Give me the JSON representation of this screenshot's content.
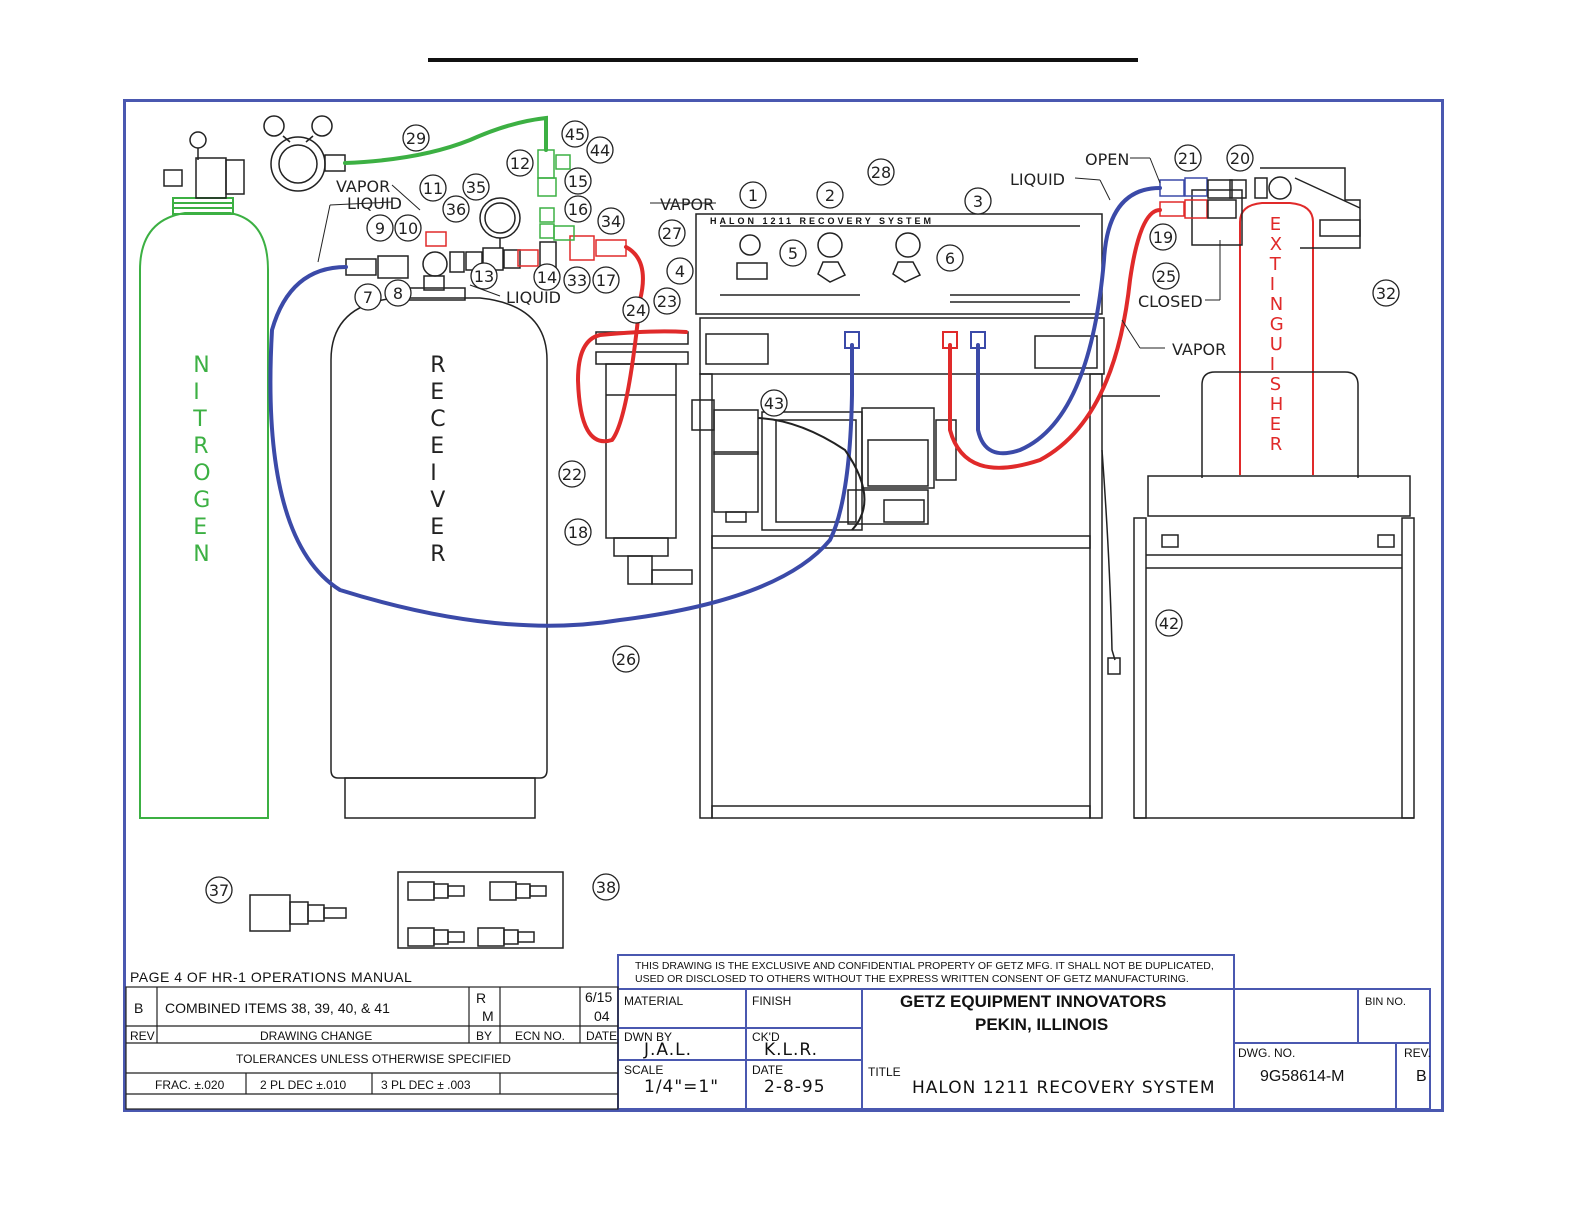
{
  "drawing": {
    "tank_labels": {
      "nitrogen": [
        "N",
        "I",
        "T",
        "R",
        "O",
        "G",
        "E",
        "N"
      ],
      "receiver": [
        "R",
        "E",
        "C",
        "E",
        "I",
        "V",
        "E",
        "R"
      ],
      "extinguisher": [
        "E",
        "X",
        "T",
        "I",
        "N",
        "G",
        "U",
        "I",
        "S",
        "H",
        "E",
        "R"
      ]
    },
    "callouts": [
      "1",
      "2",
      "3",
      "4",
      "5",
      "6",
      "7",
      "8",
      "9",
      "10",
      "11",
      "12",
      "13",
      "14",
      "15",
      "16",
      "17",
      "18",
      "19",
      "20",
      "21",
      "22",
      "23",
      "24",
      "25",
      "26",
      "27",
      "28",
      "29",
      "32",
      "33",
      "34",
      "35",
      "36",
      "37",
      "38",
      "42",
      "43",
      "44",
      "45"
    ],
    "labels": {
      "vapor_left": "VAPOR",
      "liquid_left": "LIQUID",
      "liquid_valve": "LIQUID",
      "vapor_filter": "VAPOR",
      "open": "OPEN",
      "liquid_right": "LIQUID",
      "closed": "CLOSED",
      "vapor_right": "VAPOR"
    },
    "panel_title": "HALON 1211 RECOVERY SYSTEM",
    "colors": {
      "nitrogen": "#3cb043",
      "liquid_hose": "#3b4aa8",
      "vapor_hose": "#e02a2a",
      "frame": "#4a58b0"
    }
  },
  "title_block": {
    "page_note": "PAGE 4 OF HR-1 OPERATIONS MANUAL",
    "rev_row": {
      "rev": "B",
      "change": "COMBINED ITEMS 38, 39, 40, & 41",
      "by_1": "R",
      "by_2": "M",
      "date_1": "6/15",
      "date_2": "04"
    },
    "headers": {
      "rev": "REV",
      "drawing_change": "DRAWING CHANGE",
      "by": "BY",
      "ecn": "ECN NO.",
      "date": "DATE"
    },
    "tolerances_title": "TOLERANCES UNLESS OTHERWISE SPECIFIED",
    "tol_frac": "FRAC. ±.020",
    "tol_2pl": "2 PL DEC ±.010",
    "tol_3pl": "3 PL DEC ± .003",
    "confidential_1": "THIS DRAWING IS THE EXCLUSIVE AND CONFIDENTIAL PROPERTY OF GETZ MFG.  IT SHALL NOT BE DUPLICATED,",
    "confidential_2": "USED OR DISCLOSED TO OTHERS WITHOUT THE EXPRESS WRITTEN CONSENT OF GETZ MANUFACTURING.",
    "material_label": "MATERIAL",
    "finish_label": "FINISH",
    "company": "GETZ EQUIPMENT INNOVATORS",
    "location": "PEKIN, ILLINOIS",
    "bin_label": "BIN NO.",
    "dwn_by_label": "DWN BY",
    "dwn_by": "J.A.L.",
    "ckd_label": "CK'D",
    "ckd": "K.L.R.",
    "scale_label": "SCALE",
    "scale": "1/4\"=1\"",
    "date_label": "DATE",
    "date": "2-8-95",
    "title_label": "TITLE",
    "title": "HALON 1211 RECOVERY SYSTEM",
    "dwg_no_label": "DWG. NO.",
    "dwg_no": "9G58614-M",
    "rev_label": "REV.",
    "rev": "B"
  }
}
